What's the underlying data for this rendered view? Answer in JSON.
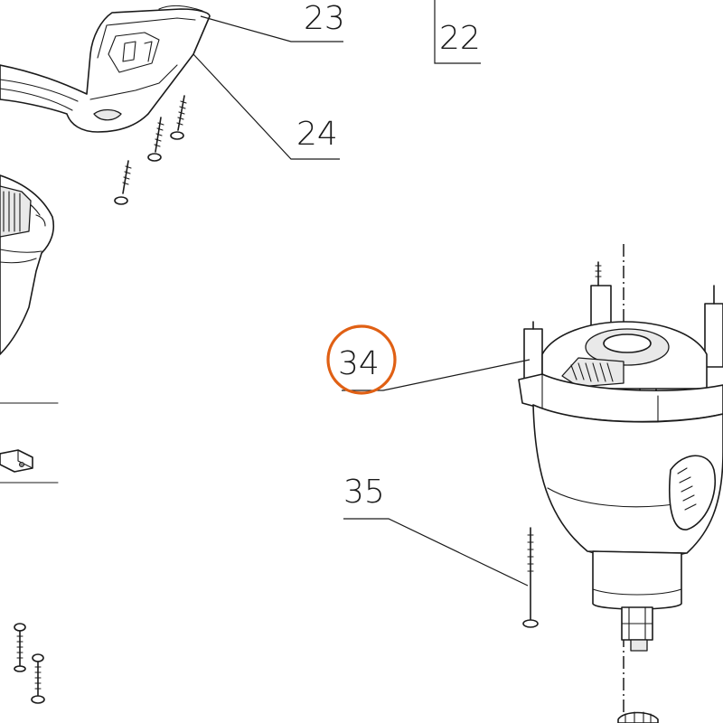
{
  "callouts": {
    "p22": "22",
    "p23": "23",
    "p24": "24",
    "p34": "34",
    "p35": "35"
  },
  "highlight": {
    "part": "34",
    "color": "#e06014"
  }
}
